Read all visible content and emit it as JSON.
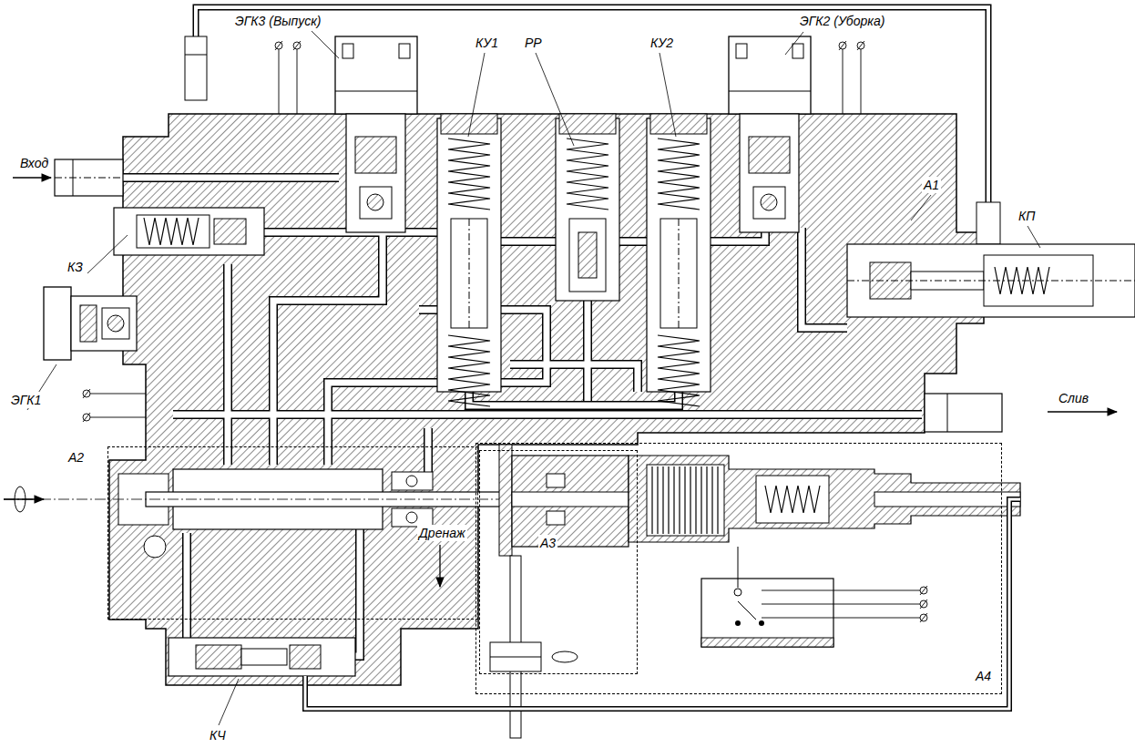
{
  "diagram": {
    "nodes": [
      {
        "text": [
          "А2"
        ]
      },
      {
        "text": [
          "А4"
        ]
      },
      {
        "text": [
          "А3"
        ],
        "in": 1
      }
    ],
    "labels": [
      "ЭГК3 (Выпуск)",
      "КУ1",
      "РР",
      "КУ2",
      "ЭГК2 (Уборка)",
      "Вход",
      "А1",
      "КЗ",
      "КП",
      "Слив",
      "ЭГК1",
      "Дренаж",
      "КЧ"
    ]
  }
}
